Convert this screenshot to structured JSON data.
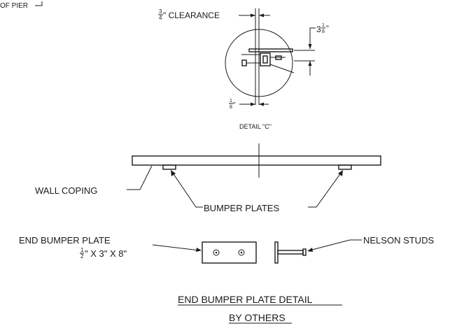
{
  "labels": {
    "of_pier": "OF PIER",
    "clearance_fraction": {
      "num": "3",
      "den": "4"
    },
    "clearance_text": "\" CLEARANCE",
    "dim_right_whole": "3",
    "dim_right_fraction": {
      "num": "1",
      "den": "8"
    },
    "dim_right_inch": "\"",
    "dim_bottom_fraction": {
      "num": "1",
      "den": "8"
    },
    "dim_bottom_inch": "\"",
    "detail_c": "DETAIL \"C\"",
    "wall_coping": "WALL COPING",
    "bumper_plates": "BUMPER PLATES",
    "end_bumper_plate": "END BUMPER PLATE",
    "plate_size_fraction": {
      "num": "1",
      "den": "2"
    },
    "plate_size_text": "\" X 3\" X 8\"",
    "nelson_studs": "NELSON STUDS",
    "title_line1": "END BUMPER PLATE DETAIL",
    "title_line2": "BY OTHERS"
  }
}
